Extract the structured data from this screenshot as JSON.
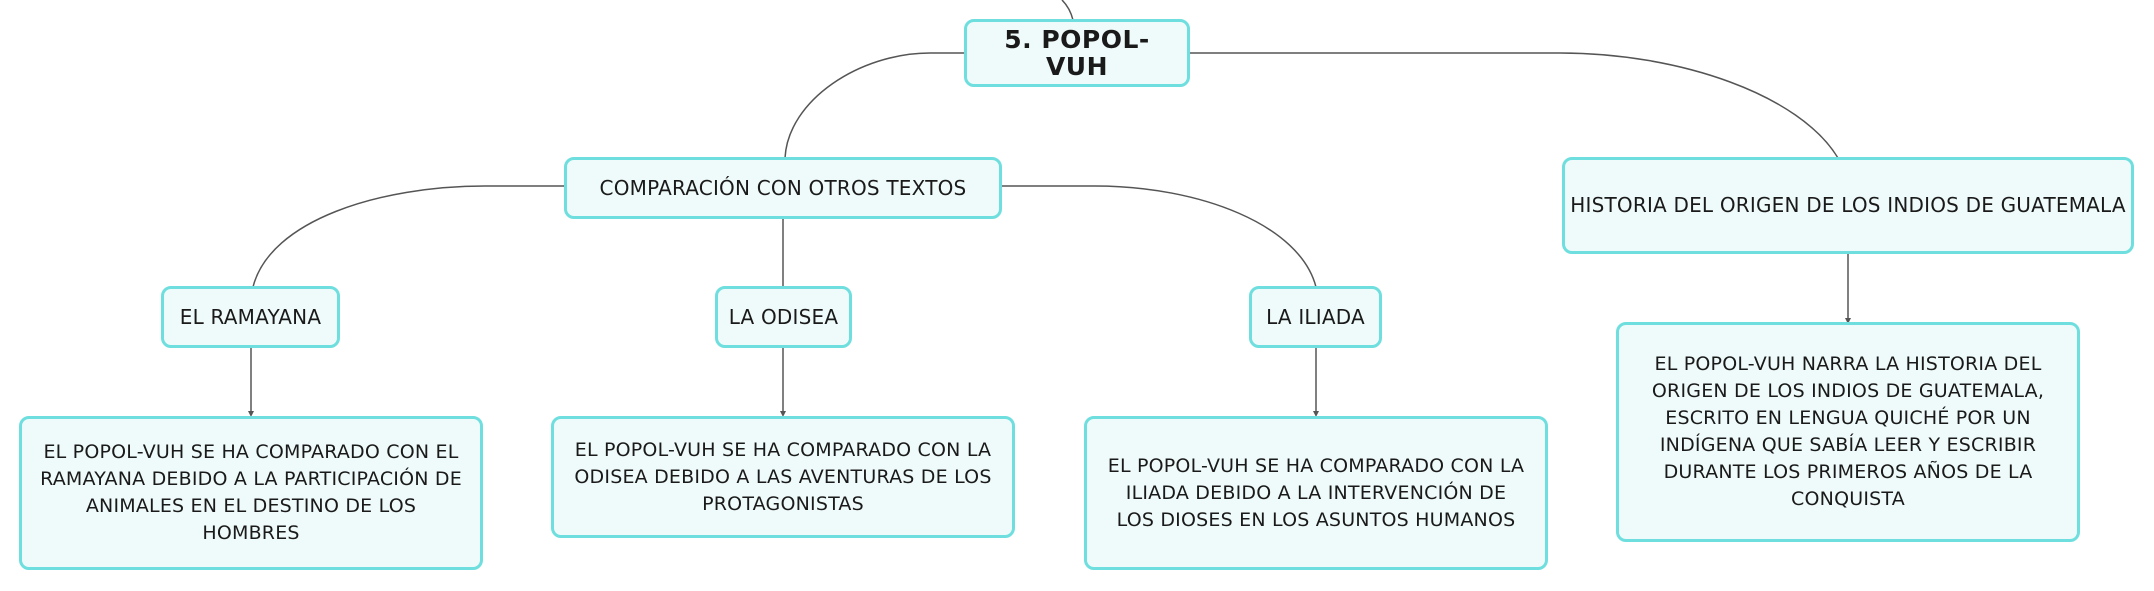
{
  "nodes": {
    "root": "5. POPOL-VUH",
    "comparacion": "COMPARACIÓN CON OTROS TEXTOS",
    "historia": "HISTORIA DEL ORIGEN DE LOS INDIOS DE GUATEMALA",
    "ramayana": "EL RAMAYANA",
    "odisea": "LA ODISEA",
    "iliada": "LA ILIADA",
    "ramayana_desc": "EL POPOL-VUH SE HA COMPARADO CON EL RAMAYANA DEBIDO A LA PARTICIPACIÓN DE ANIMALES EN EL DESTINO DE LOS HOMBRES",
    "odisea_desc": "EL POPOL-VUH SE HA COMPARADO CON LA ODISEA DEBIDO A LAS AVENTURAS DE LOS PROTAGONISTAS",
    "iliada_desc": "EL POPOL-VUH SE HA COMPARADO CON LA ILIADA DEBIDO A LA INTERVENCIÓN DE LOS DIOSES EN LOS ASUNTOS HUMANOS",
    "historia_desc": "EL POPOL-VUH NARRA LA HISTORIA DEL ORIGEN DE LOS INDIOS DE GUATEMALA, ESCRITO EN LENGUA QUICHÉ POR UN INDÍGENA QUE SABÍA LEER Y ESCRIBIR DURANTE LOS PRIMEROS AÑOS DE LA CONQUISTA"
  },
  "colors": {
    "node_fill": "#effbfa",
    "node_border": "#6fdede",
    "edge": "#555555"
  }
}
